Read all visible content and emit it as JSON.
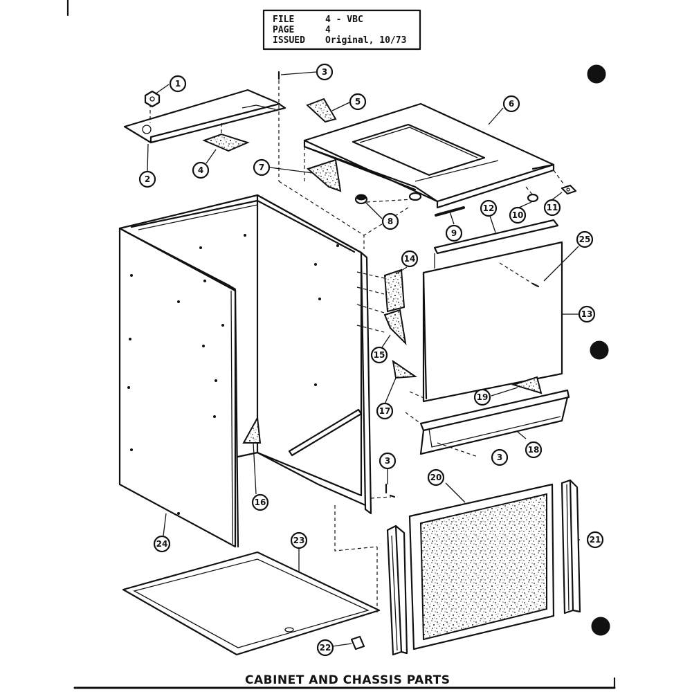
{
  "info_box": {
    "file_label": "FILE",
    "file_value": "4 - VBC",
    "page_label": "PAGE",
    "page_value": "4",
    "issued_label": "ISSUED",
    "issued_value": "Original, 10/73"
  },
  "title": "CABINET AND CHASSIS PARTS",
  "callouts": [
    "1",
    "2",
    "3",
    "4",
    "5",
    "6",
    "7",
    "8",
    "9",
    "10",
    "11",
    "12",
    "13",
    "14",
    "15",
    "16",
    "17",
    "18",
    "19",
    "20",
    "21",
    "22",
    "23",
    "24",
    "25",
    "3",
    "3"
  ]
}
